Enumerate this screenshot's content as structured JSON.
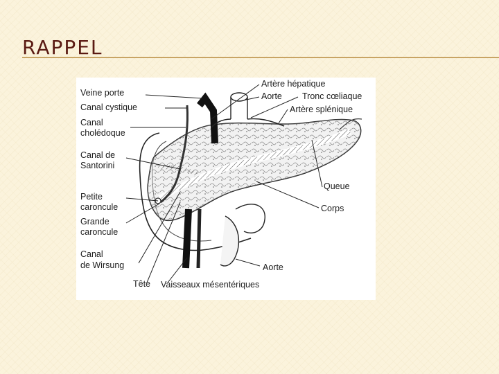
{
  "slide": {
    "title": "RAPPEL",
    "title_color": "#5a1a12",
    "rule_color": "#c8a464",
    "background_color": "#fbf3dc"
  },
  "diagram": {
    "subject": "pancreas anatomy",
    "labels": {
      "veine_porte": "Veine porte",
      "canal_cystique": "Canal cystique",
      "canal_choledoque_1": "Canal",
      "canal_choledoque_2": "cholédoque",
      "canal_santorini_1": "Canal de",
      "canal_santorini_2": "Santorini",
      "petite_caroncule_1": "Petite",
      "petite_caroncule_2": "caroncule",
      "grande_caroncule_1": "Grande",
      "grande_caroncule_2": "caroncule",
      "canal_wirsung_1": "Canal",
      "canal_wirsung_2": "de Wirsung",
      "tete": "Tête",
      "vaisseaux_mesenteriques": "Vaisseaux mésentériques",
      "artere_hepatique": "Artère hépatique",
      "aorte_haut": "Aorte",
      "tronc_coeliaque": "Tronc cœliaque",
      "artere_splenique": "Artère splénique",
      "queue": "Queue",
      "corps": "Corps",
      "aorte_bas": "Aorte"
    }
  }
}
